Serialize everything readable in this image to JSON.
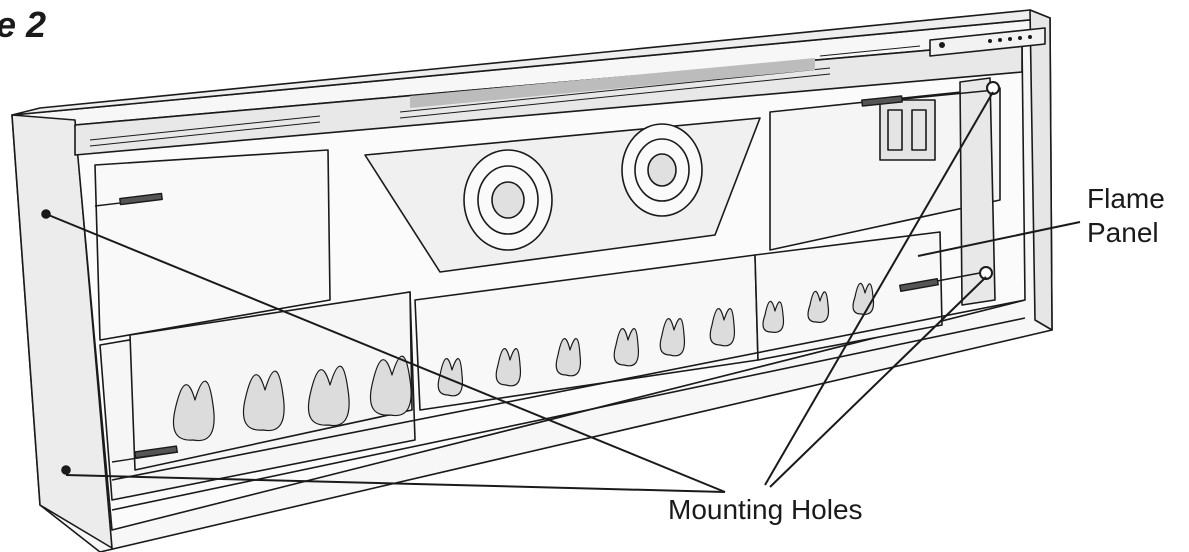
{
  "figure": {
    "title": "e 2"
  },
  "callouts": {
    "flame_panel_line1": "Flame",
    "flame_panel_line2": "Panel",
    "mounting_holes": "Mounting Holes"
  },
  "colors": {
    "line": "#1a1a1a",
    "panel": "#f4f4f4",
    "shade": "#d0d0d0"
  }
}
